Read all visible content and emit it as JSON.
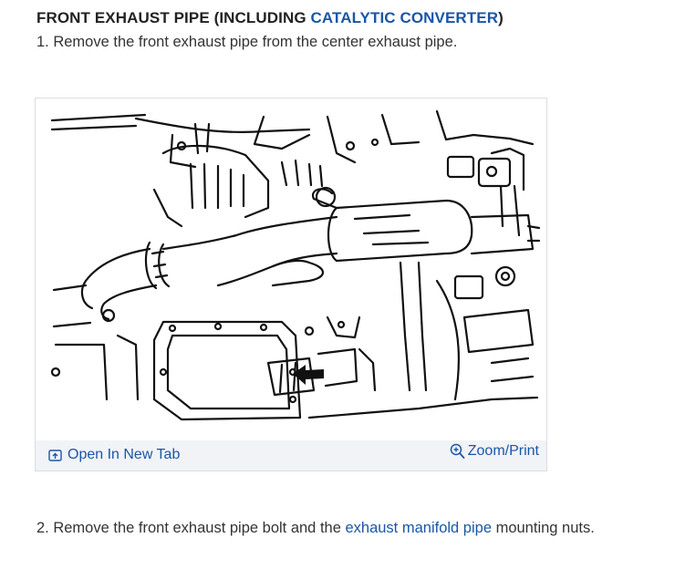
{
  "heading": {
    "prefix": "FRONT EXHAUST PIPE (INCLUDING ",
    "link": "CATALYTIC CONVERTER",
    "suffix": ")"
  },
  "steps": [
    {
      "text": "1. Remove the front exhaust pipe from the center exhaust pipe."
    },
    {
      "prefix": "2. Remove the front exhaust pipe bolt and the ",
      "link": "exhaust manifold pipe",
      "suffix": " mounting nuts."
    }
  ],
  "figure": {
    "open_tab_label": "Open In New Tab",
    "zoom_label": "Zoom/Print",
    "open_tab_icon": "open-in-new-tab-icon",
    "zoom_icon": "magnifier-plus-icon"
  },
  "colors": {
    "link": "#1a56a6",
    "toolbar_bg": "#f1f3f6",
    "card_border": "#d9dde3"
  }
}
